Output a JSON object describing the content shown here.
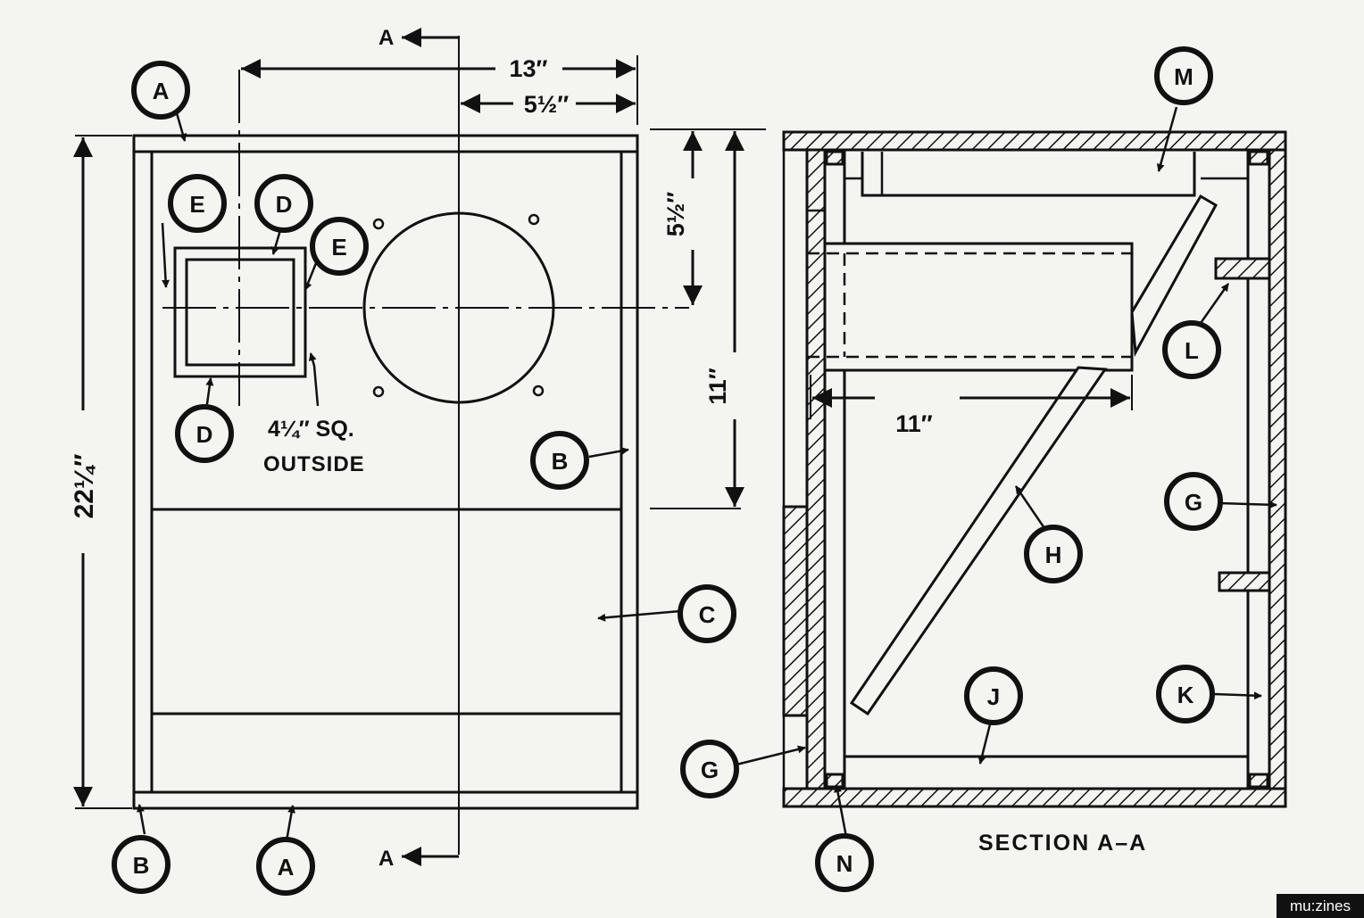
{
  "dimensions": {
    "width_13": "13″",
    "offset_5_5": "5½″",
    "height_22_25": "22¼″",
    "vert_5_5": "5½″",
    "vert_11": "11″",
    "tube_11": "11″",
    "port_size_line1": "4¼″ SQ.",
    "port_size_line2": "OUTSIDE"
  },
  "section_marks": {
    "top": "A",
    "bottom": "A"
  },
  "labels": {
    "front_top_A": "A",
    "front_E_left": "E",
    "front_D_top": "D",
    "front_E_right": "E",
    "front_D_bottom": "D",
    "front_B_right": "B",
    "front_C": "C",
    "front_B_bottom": "B",
    "front_A_bottom": "A",
    "sec_M": "M",
    "sec_L": "L",
    "sec_G_right": "G",
    "sec_H": "H",
    "sec_J": "J",
    "sec_K": "K",
    "sec_G_left": "G",
    "sec_N": "N"
  },
  "caption": "SECTION A–A",
  "watermark": "mu:zines"
}
